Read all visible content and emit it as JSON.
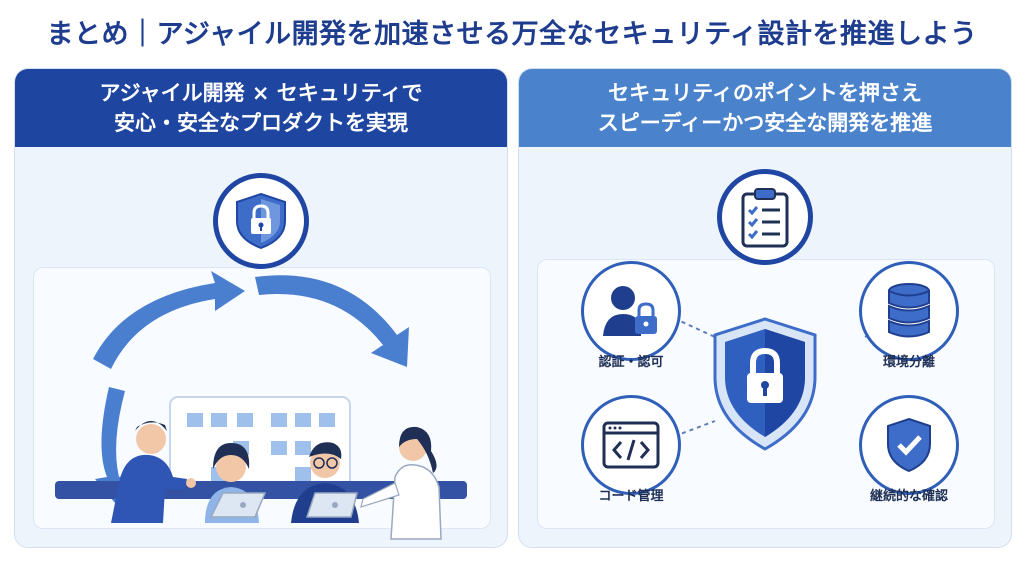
{
  "title": "まとめ｜アジャイル開発を加速させる万全なセキュリティ設計を推進しよう",
  "left_panel": {
    "heading_line1": "アジャイル開発 × セキュリティで",
    "heading_line2": "安心・安全なプロダクトを実現",
    "badge_icon": "shield-lock-icon"
  },
  "right_panel": {
    "heading_line1": "セキュリティのポイントを押さえ",
    "heading_line2": "スピーディーかつ安全な開発を推進",
    "badge_icon": "clipboard-checklist-icon",
    "center_icon": "shield-lock-icon",
    "nodes": [
      {
        "label": "認証・認可",
        "icon": "user-lock-icon"
      },
      {
        "label": "環境分離",
        "icon": "database-icon"
      },
      {
        "label": "コード管理",
        "icon": "code-window-icon"
      },
      {
        "label": "継続的な確認",
        "icon": "shield-check-icon"
      }
    ]
  },
  "colors": {
    "navy": "#1e45a0",
    "accent": "#4a82cc",
    "title": "#1f3d8f",
    "panel_bg": "#eef4fc"
  }
}
